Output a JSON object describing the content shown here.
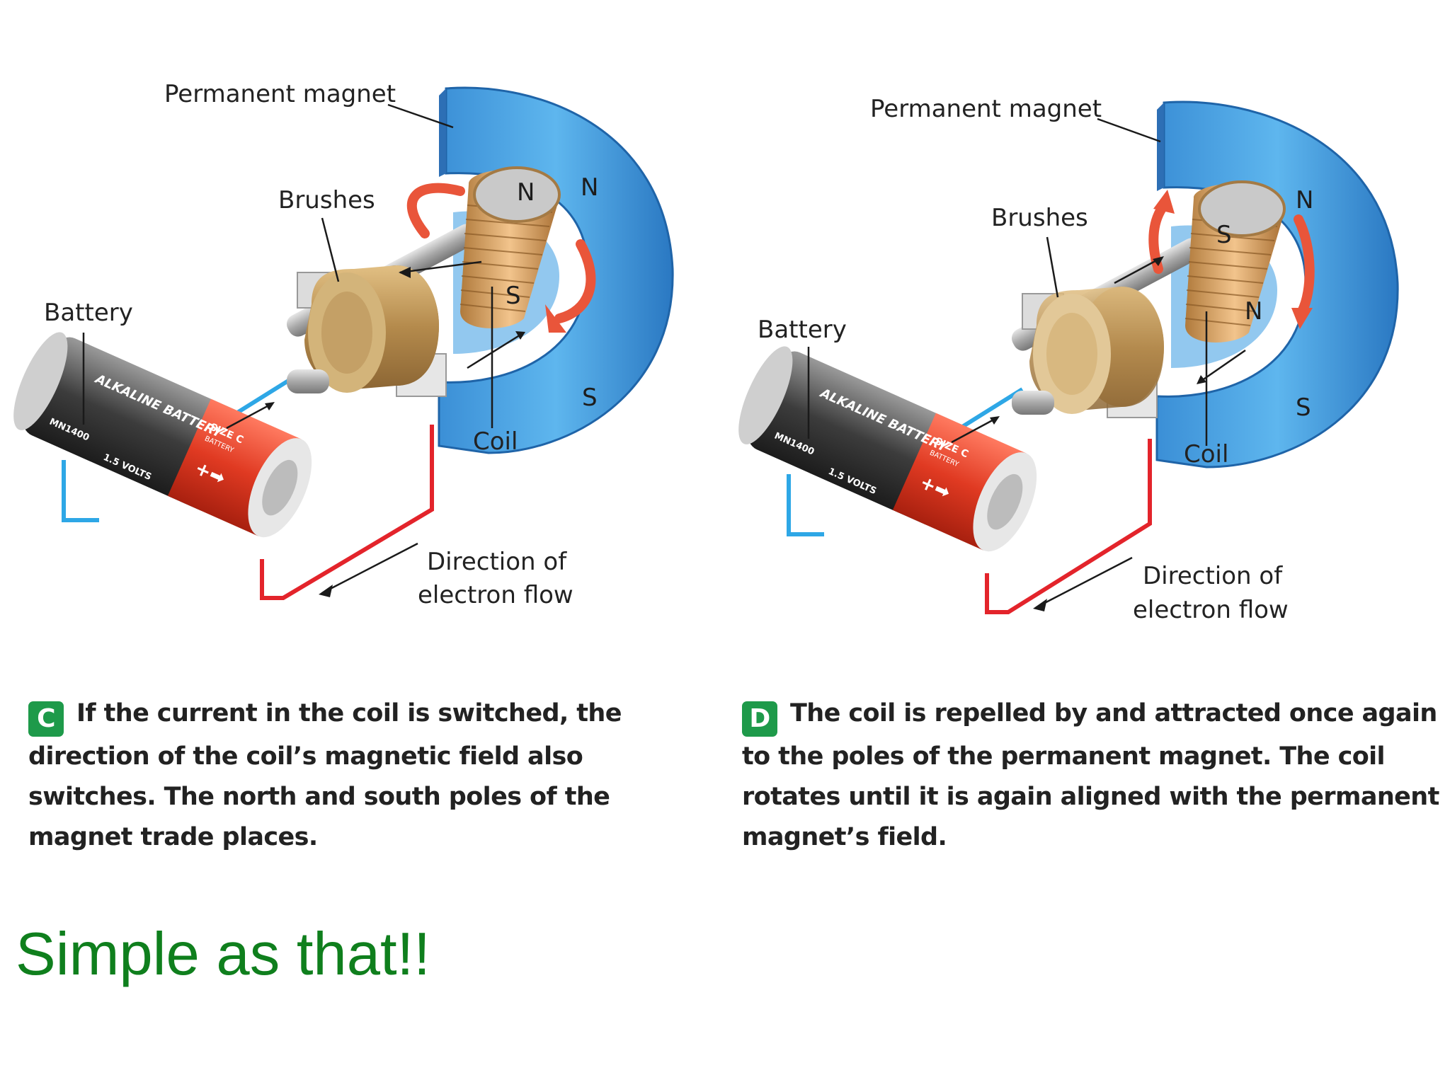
{
  "panels": [
    {
      "letter": "C",
      "labels": {
        "permanent_magnet": "Permanent magnet",
        "brushes": "Brushes",
        "battery": "Battery",
        "coil": "Coil",
        "direction": [
          "Direction of",
          "electron flow"
        ]
      },
      "poles": {
        "magnet_top": "N",
        "magnet_bottom": "S",
        "coil_top": "N",
        "coil_bottom": "S"
      },
      "battery_text": {
        "brand": "ALKALINE BATTERY",
        "size": "SIZE C",
        "size2": "BATTERY",
        "model": "MN1400",
        "volts": "1.5 VOLTS"
      },
      "caption": "If the current in the coil is switched, the direction of the coil’s magnetic field also switches. The north and south poles of the magnet trade places."
    },
    {
      "letter": "D",
      "labels": {
        "permanent_magnet": "Permanent magnet",
        "brushes": "Brushes",
        "battery": "Battery",
        "coil": "Coil",
        "direction": [
          "Direction of",
          "electron flow"
        ]
      },
      "poles": {
        "magnet_top": "N",
        "magnet_bottom": "S",
        "coil_top": "S",
        "coil_bottom": "N"
      },
      "battery_text": {
        "brand": "ALKALINE BATTERY",
        "size": "SIZE C",
        "size2": "BATTERY",
        "model": "MN1400",
        "volts": "1.5 VOLTS"
      },
      "caption": "The coil is repelled by and attracted once again to the poles of the permanent magnet. The coil rotates until it is again aligned with the permanent magnet’s field."
    }
  ],
  "footer": "Simple as that!!"
}
